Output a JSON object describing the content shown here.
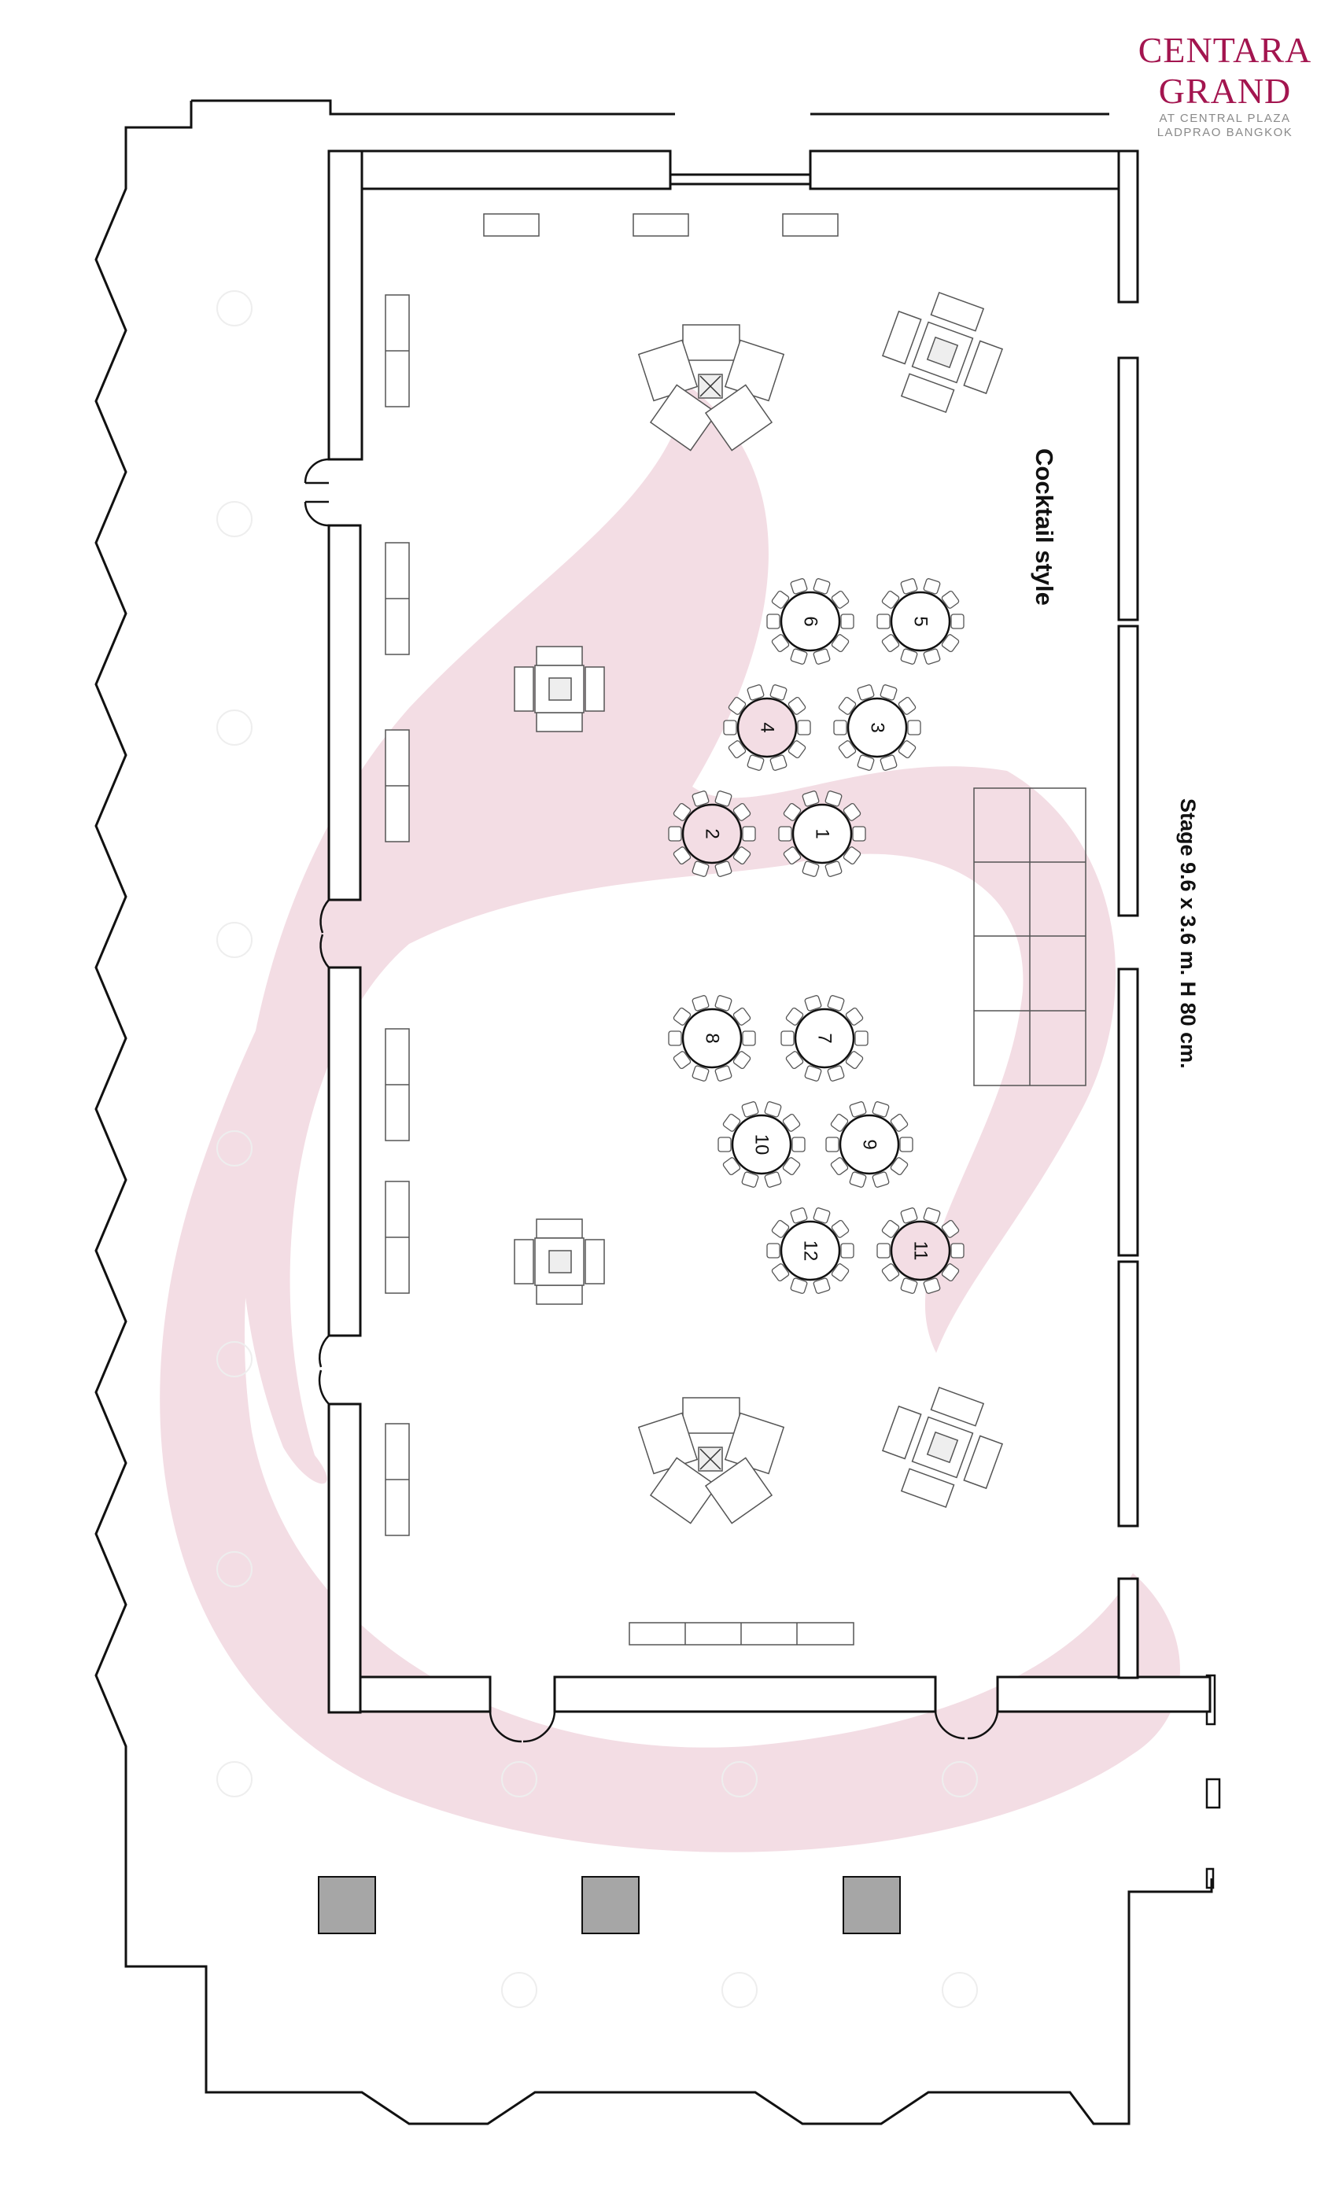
{
  "brand": {
    "line1": "CENTARA",
    "line2": "GRAND",
    "line3": "AT CENTRAL PLAZA",
    "line4": "LADPRAO BANGKOK",
    "color": "#a3154f"
  },
  "labels": {
    "layout_style": "Cocktail style",
    "stage": "Stage 9.6 x 3.6 m. H 80 cm."
  },
  "tables": [
    {
      "number": "1",
      "highlighted": false
    },
    {
      "number": "2",
      "highlighted": true
    },
    {
      "number": "3",
      "highlighted": false
    },
    {
      "number": "4",
      "highlighted": true
    },
    {
      "number": "5",
      "highlighted": false
    },
    {
      "number": "6",
      "highlighted": false
    },
    {
      "number": "7",
      "highlighted": false
    },
    {
      "number": "8",
      "highlighted": false
    },
    {
      "number": "9",
      "highlighted": false
    },
    {
      "number": "10",
      "highlighted": false
    },
    {
      "number": "11",
      "highlighted": true
    },
    {
      "number": "12",
      "highlighted": false
    }
  ],
  "colors": {
    "watermark": "#f3dde4",
    "highlight_table": "#f3dde4",
    "pillar": "#a6a6a6",
    "line": "#111111"
  }
}
